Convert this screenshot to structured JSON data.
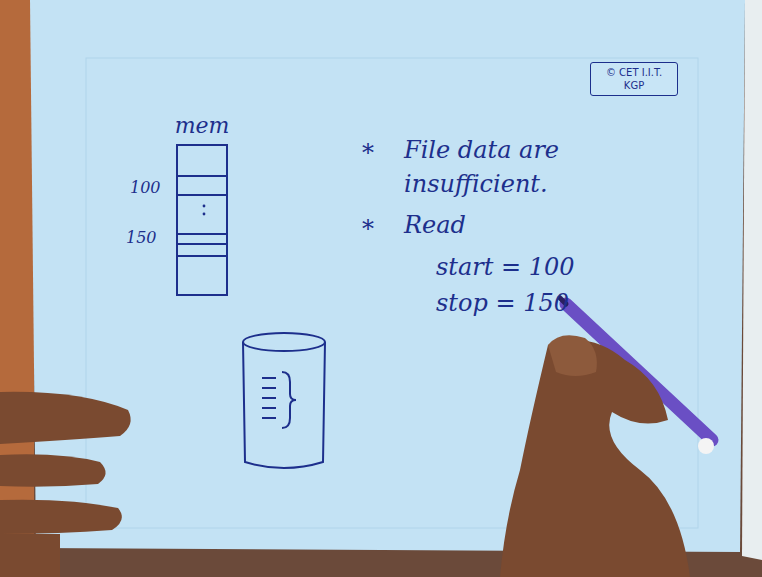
{
  "diagram": {
    "nodes": [
      {
        "text": [
          "© CET I.I.T. KGP"
        ]
      },
      {
        "text": [
          "mem"
        ]
      }
    ],
    "labels": [
      "*",
      "File data are insufficient.",
      "*",
      "Read",
      "start = 100",
      "stop = 150",
      "100",
      "150"
    ]
  }
}
